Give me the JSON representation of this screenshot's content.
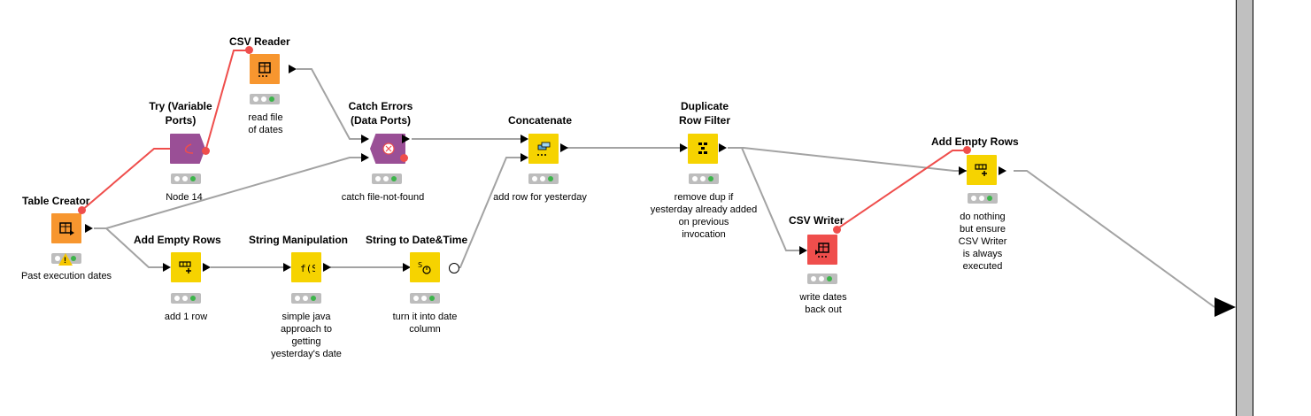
{
  "colors": {
    "orange": "#f7962f",
    "yellow": "#f6d300",
    "purple": "#9a4f96",
    "red": "#ef4e4c",
    "connection": "#a3a3a3",
    "flow": "#ef4e4c",
    "status_green": "#3cb44a"
  },
  "nodes": {
    "table_creator": {
      "title": "Table Creator",
      "desc": "Past execution dates",
      "icon": "table-icon",
      "warning": "!"
    },
    "try": {
      "title": "Try (Variable\nPorts)",
      "desc": "Node 14",
      "icon": "try-icon"
    },
    "csv_reader": {
      "title": "CSV Reader",
      "desc": "read file\nof dates",
      "icon": "table-icon"
    },
    "catch_errors": {
      "title": "Catch Errors\n(Data Ports)",
      "desc": "catch file-not-found",
      "icon": "catch-icon"
    },
    "add_empty_rows_1": {
      "title": "Add Empty Rows",
      "desc": "add 1 row",
      "icon": "add-row-icon"
    },
    "string_manipulation": {
      "title": "String Manipulation",
      "desc": "simple java\napproach to\ngetting\nyesterday's date",
      "icon": "function-icon"
    },
    "string_to_date": {
      "title": "String to Date&Time",
      "desc": "turn it into date\ncolumn",
      "icon": "date-icon"
    },
    "concatenate": {
      "title": "Concatenate",
      "desc": "add row for yesterday",
      "icon": "concatenate-icon"
    },
    "duplicate_row_filter": {
      "title": "Duplicate\nRow Filter",
      "desc": "remove dup if\nyesterday already added\non previous\ninvocation",
      "icon": "filter-icon"
    },
    "csv_writer": {
      "title": "CSV Writer",
      "desc": "write dates\nback out",
      "icon": "table-icon"
    },
    "add_empty_rows_2": {
      "title": "Add Empty Rows",
      "desc": "do nothing\nbut ensure\nCSV Writer\nis always\nexecuted",
      "icon": "add-row-icon"
    }
  }
}
